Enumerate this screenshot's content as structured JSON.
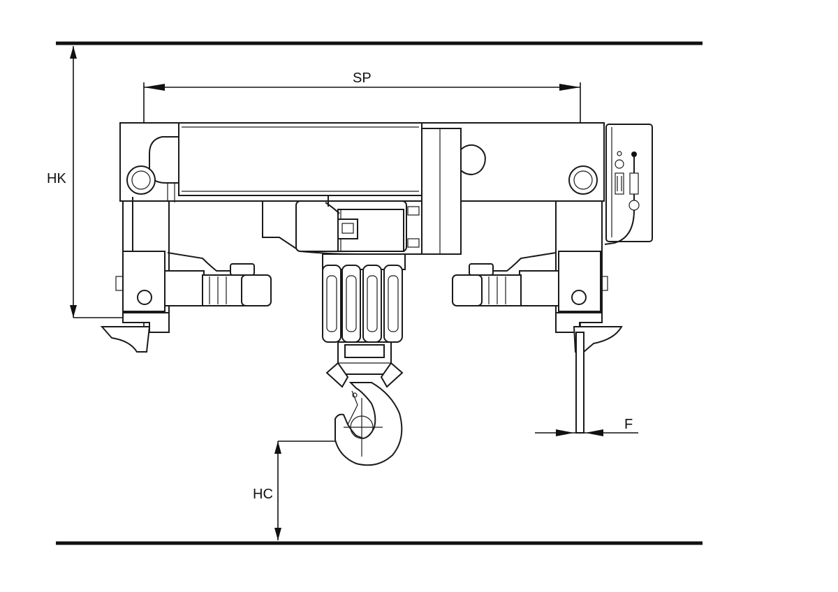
{
  "dimensions": {
    "span_label": "SP",
    "lift_height_label": "HK",
    "hook_clearance_label": "HC",
    "flange_width_label": "F"
  },
  "colors": {
    "line": "#1a1a1a",
    "background": "#ffffff"
  }
}
